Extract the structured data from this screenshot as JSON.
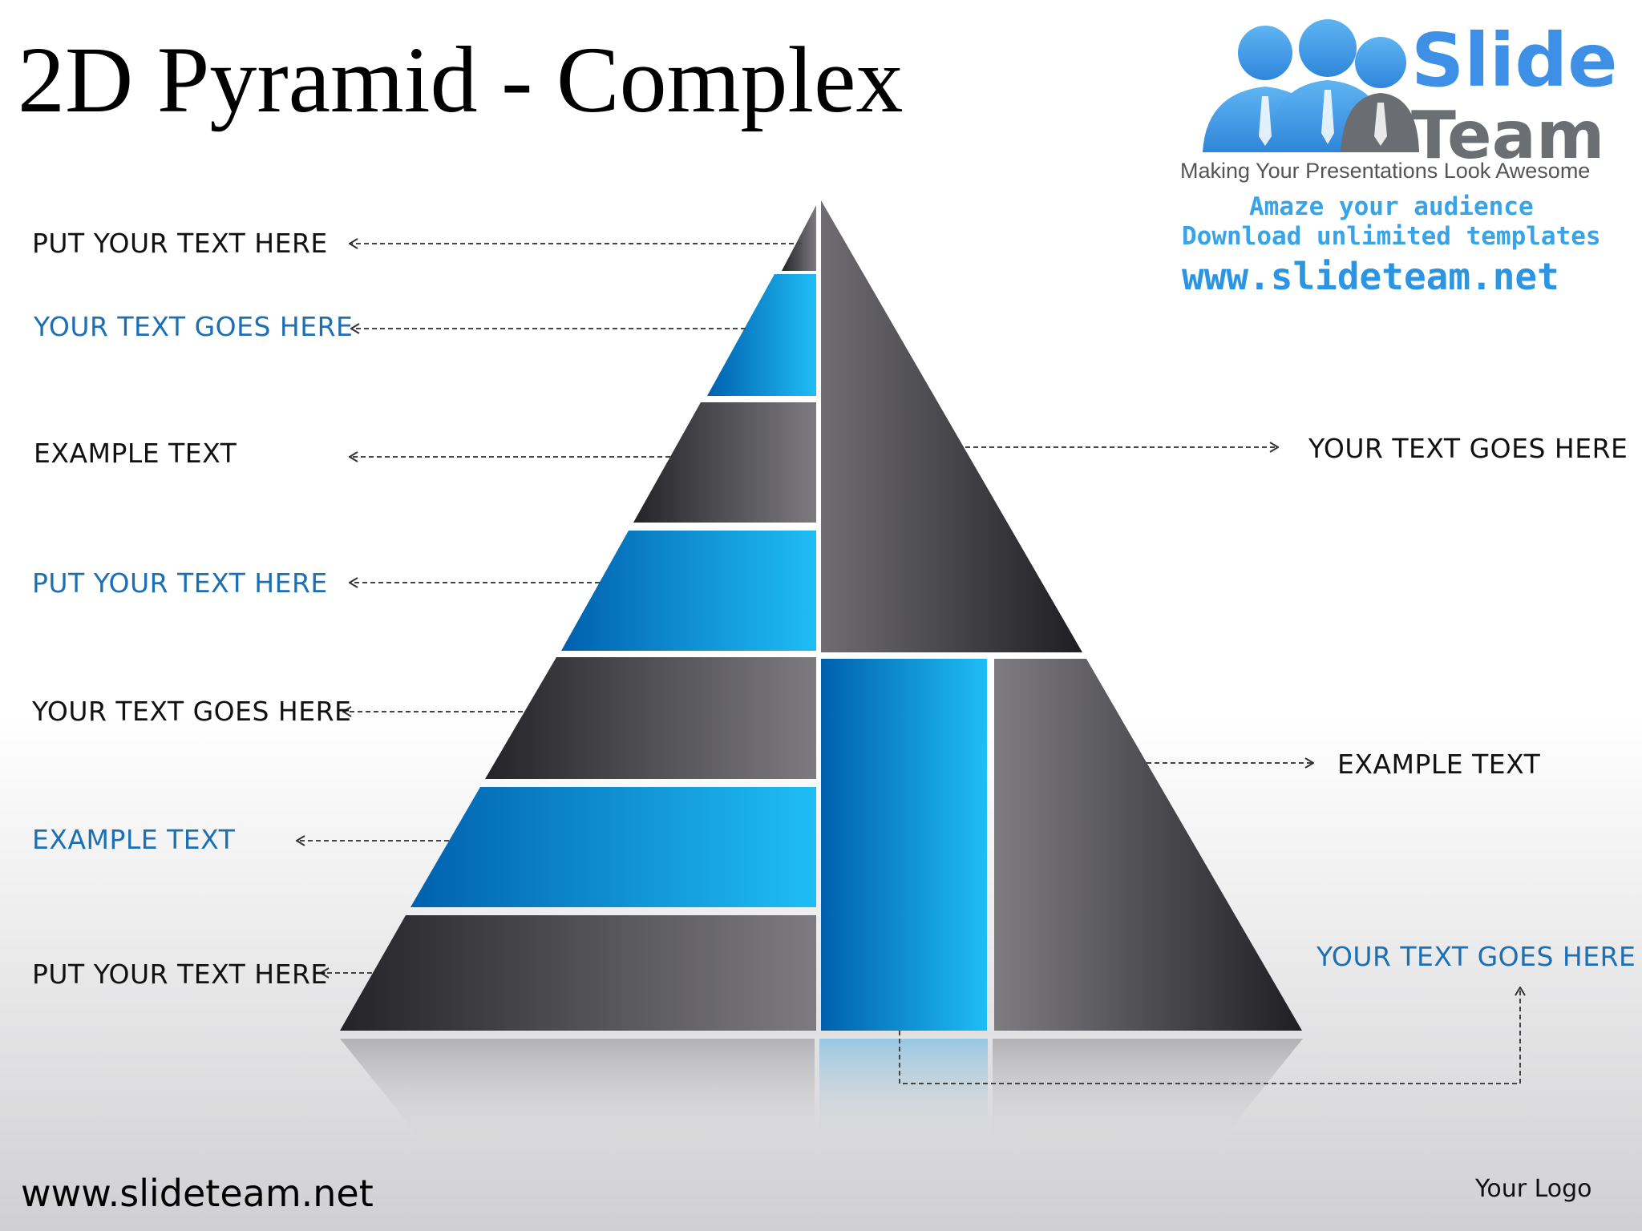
{
  "title": "2D Pyramid - Complex",
  "left_labels": [
    {
      "text": "PUT YOUR TEXT HERE",
      "color": "dark"
    },
    {
      "text": "YOUR TEXT GOES HERE",
      "color": "blue"
    },
    {
      "text": "EXAMPLE TEXT",
      "color": "dark"
    },
    {
      "text": "PUT YOUR TEXT HERE",
      "color": "blue"
    },
    {
      "text": "YOUR TEXT GOES HERE",
      "color": "dark"
    },
    {
      "text": "EXAMPLE TEXT",
      "color": "blue"
    },
    {
      "text": "PUT YOUR TEXT HERE",
      "color": "dark"
    }
  ],
  "right_labels": [
    {
      "text": "YOUR TEXT GOES HERE",
      "color": "dark"
    },
    {
      "text": "EXAMPLE TEXT",
      "color": "dark"
    },
    {
      "text": "YOUR TEXT GOES HERE",
      "color": "blue"
    }
  ],
  "footer": {
    "url": "www.slideteam.net",
    "logo": "Your Logo"
  },
  "brand": {
    "name_1": "Slide",
    "name_2": "Team",
    "tagline": "Making Your Presentations Look Awesome",
    "line_1": "Amaze your audience",
    "line_2": "Download unlimited templates",
    "line_3": "www.slideteam.net",
    "icon": "people-group-icon"
  },
  "colors": {
    "blue_dark": "#0063b1",
    "blue_light": "#1fbaf4",
    "gray_dark": "#2a2a2e",
    "gray_light": "#7d7b80",
    "label_blue": "#1a6fb5"
  }
}
